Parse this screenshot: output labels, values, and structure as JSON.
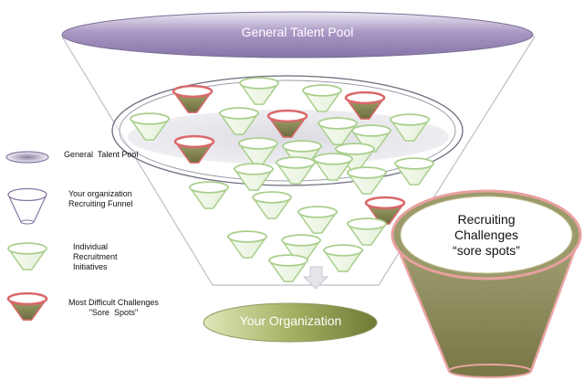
{
  "title": {
    "top": "General Talent Pool",
    "bottom": "Your Organization"
  },
  "legend": {
    "pool": "General  Talent Pool",
    "funnel": "Your organization\nRecruiting Funnel",
    "initiatives": "Individual\nRecruitment\nInitiatives",
    "sore": "Most Difficult Challenges\n\"Sore  Spots\""
  },
  "callout": {
    "text": "Recruiting\nChallenges\n“sore spots”"
  },
  "colors": {
    "pool_purple": "#9b8bb6",
    "org_green": "#8f9b52",
    "cup_green": "#a9cf8c",
    "sore_red": "#d9686a",
    "callout_fill": "#8c8a5a"
  }
}
